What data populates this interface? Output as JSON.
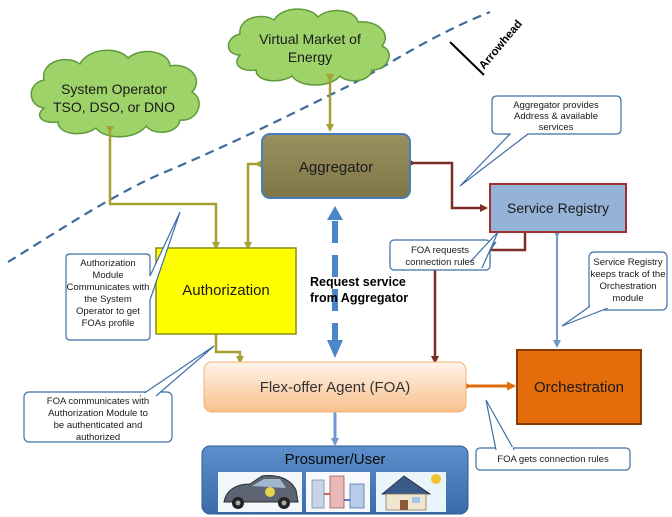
{
  "clouds": {
    "market_line1": "Virtual Market of",
    "market_line2": "Energy",
    "system_line1": "System Operator",
    "system_line2": "TSO, DSO, or DNO"
  },
  "boundary_label": "Arrowhead",
  "boxes": {
    "aggregator": "Aggregator",
    "service_registry": "Service Registry",
    "authorization": "Authorization",
    "foa": "Flex-offer Agent (FOA)",
    "orchestration": "Orchestration",
    "prosumer": "Prosumer/User"
  },
  "request_label": {
    "line1": "Request service",
    "line2": "from Aggregator"
  },
  "callouts": {
    "aggregator_provides": [
      "Aggregator provides",
      "Address & available",
      "services"
    ],
    "auth_module": [
      "Authorization",
      "Module",
      "Communicates with",
      "the System",
      "Operator to get",
      "FOAs profile"
    ],
    "foa_requests": [
      "FOA requests",
      "connection rules"
    ],
    "registry_tracks": [
      "Service Registry",
      "keeps track of the",
      "Orchestration",
      "module"
    ],
    "foa_communicates": [
      "FOA communicates with",
      "Authorization Module to",
      "be authenticated and",
      "authorized"
    ],
    "foa_gets": [
      "FOA gets connection rules"
    ]
  },
  "colors": {
    "cloud": "#9ED36A",
    "cloud_stroke": "#5E9A3A",
    "aggregator": "#8E8556",
    "registry": "#95B3D7",
    "registry_stroke": "#A03030",
    "authorization": "#FFFF00",
    "foa_light": "#FFF1E6",
    "foa_dark": "#FAC69A",
    "orchestration": "#E46C0A",
    "prosumer": "#4A7EBB",
    "olive_arrow": "#A5A032",
    "maroon_arrow": "#7B2C24",
    "blue_arrow": "#4A86C8",
    "orange_arrow": "#E36C0A",
    "callout_stroke": "#3F6FA6",
    "boundary": "#3E6B9B"
  },
  "images": [
    "electric-car-icon",
    "heat-pump-icon",
    "solar-house-icon"
  ]
}
